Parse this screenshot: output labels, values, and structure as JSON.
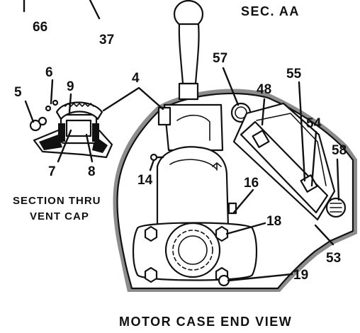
{
  "section_label": "SEC. AA",
  "callouts": [
    "66",
    "37",
    "57",
    "55",
    "48",
    "5",
    "6",
    "9",
    "4",
    "54",
    "58",
    "7",
    "8",
    "14",
    "16",
    "18",
    "53",
    "19"
  ],
  "vent_cap_caption": [
    "SECTION THRU",
    "VENT CAP"
  ],
  "view_title": "MOTOR CASE END VIEW"
}
